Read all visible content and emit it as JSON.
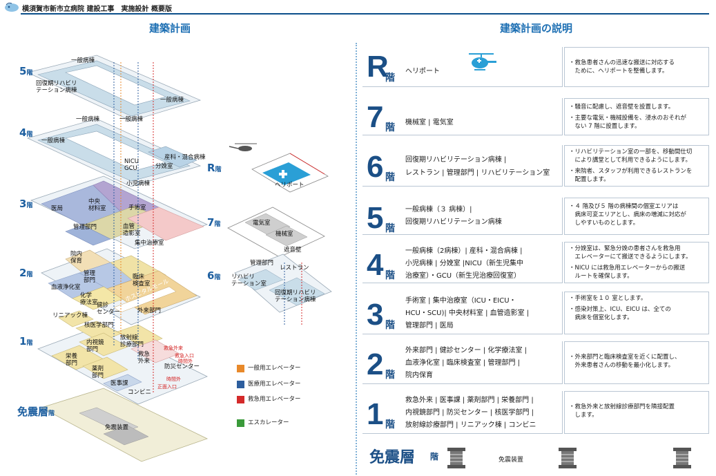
{
  "header": {
    "title": "横須賀市新市立病院 建設工事　実施設計 概要版"
  },
  "left": {
    "title": "建築計画",
    "floor_tags": {
      "f5": "5",
      "f4": "4",
      "f3": "3",
      "f2": "2",
      "f1": "1",
      "kaisuffix": "階",
      "base": "免震層",
      "r": "R",
      "f7": "7",
      "f6": "6"
    },
    "labels": {
      "f5_general": "一般病棟",
      "f5_rehab": "回復期リハビリ\nテーション病棟",
      "f5_general2": "一般病棟",
      "f4_general": "一般病棟",
      "f4_general2": "一般病棟",
      "f4_general3": "一般病棟",
      "f4_nicu": "NICU\nGCU",
      "f4_obstetric": "産科・混合病棟",
      "f4_delivery": "分娩室",
      "f4_pediatric": "小児病棟",
      "f3_central": "中央\n材料室",
      "f3_office": "医局",
      "f3_surgery": "手術室",
      "f3_admin": "管理部門",
      "f3_angio": "血管\n造影室",
      "f3_icu": "集中治療室",
      "f2_nursery": "院内\n保育",
      "f2_admin": "管理\n部門",
      "f2_lab": "臨床\n検査室",
      "f2_dialysis": "血液浄化室",
      "f2_chemo": "化学\n療法室",
      "f2_health": "健診\nセンター",
      "f2_mall": "ホスピタルモール",
      "f2_outpatient": "外来部門",
      "f2_linac": "リニアック棟",
      "f1_nuclear": "核医学部門",
      "f1_radiology": "放射線\n診療部門",
      "f1_endoscopy": "内視鏡\n部門",
      "f1_emergency": "救急\n外来",
      "f1_nutrition": "栄養\n部門",
      "f1_disaster": "防災センター",
      "f1_pharmacy": "薬剤\n部門",
      "f1_medical_affairs": "医事課",
      "f1_conbini": "コンビニ",
      "f1_em_out": "救急外来",
      "f1_em_entrance": "救急入口",
      "f1_hours_out": "時間外",
      "f1_hours_entrance": "時間外",
      "f1_main_entrance": "正面入口",
      "base_isolation": "免震装置",
      "r_heliport": "ヘリポート",
      "f7_electric": "電気室",
      "f7_machine": "機械室",
      "f7_wall": "遮音壁",
      "f6_admin": "管理部門",
      "f6_restaurant": "レストラン",
      "f6_rehab": "リハビリ\nテーション室",
      "f6_rehab_ward": "回復期リハビリ\nテーション病棟"
    },
    "legend": [
      {
        "label": "一般用エレベーター",
        "color": "#e8892a"
      },
      {
        "label": "医療用エレベーター",
        "color": "#2d5e9e"
      },
      {
        "label": "救急用エレベーター",
        "color": "#d42a2a"
      },
      {
        "label": "エスカレーター",
        "color": "#3a9a3a"
      }
    ]
  },
  "right": {
    "title": "建築計画の説明",
    "kai": "階",
    "rows": [
      {
        "floor": "R",
        "rooms": [
          "ヘリポート"
        ],
        "desc": [
          "・救急患者さんの迅速な搬送に対応する",
          "　ために、ヘリポートを整備します。"
        ]
      },
      {
        "floor": "7",
        "rooms": [
          "機械室 | 電気室"
        ],
        "desc": [
          "・騒音に配慮し、遮音壁を設置します。",
          "・主要な電気・機械設備を、浸水のおそれが",
          "　ない 7 階に設置します。"
        ]
      },
      {
        "floor": "6",
        "rooms": [
          "回復期リハビリテーション病棟 |",
          "レストラン | 管理部門 | リハビリテーション室"
        ],
        "desc": [
          "・リハビリテーション室の一部を、移動間仕切",
          "　により講堂として利用できるようにします。",
          "・来院者、スタッフが利用できるレストランを",
          "　配置します。"
        ]
      },
      {
        "floor": "5",
        "rooms": [
          "一般病棟（３ 病棟）|",
          "回復期リハビリテーション病棟"
        ],
        "desc": [
          "・４ 階及び５ 階の病棟間の個室エリアは",
          "　病床可変エリアとし、病床の増減に対応が",
          "　しやすいものとします。"
        ]
      },
      {
        "floor": "4",
        "rooms": [
          "一般病棟（2病棟）| 産科・混合病棟 |",
          "小児病棟 | 分娩室 |NICU（新生児集中",
          "治療室）・GCU（新生児治療回復室）"
        ],
        "desc": [
          "・分娩室は、緊急分娩の患者さんを救急用",
          "　エレベーターにて搬送できるようにします。",
          "・NICU には救急用エレベーターからの搬送",
          "　ルートを確保します。"
        ]
      },
      {
        "floor": "3",
        "rooms": [
          "手術室 | 集中治療室（ICU・EICU・",
          "HCU・SCU)| 中央材料室 | 血管造影室 |",
          "管理部門 | 医局"
        ],
        "desc": [
          "・手術室を１０ 室とします。",
          "・感染対策上、ICU、EICU は、全ての",
          "　病床を個室化します。"
        ]
      },
      {
        "floor": "2",
        "rooms": [
          "外来部門 | 健診センター | 化学療法室 |",
          "血液浄化室 | 臨床検査室 | 管理部門 |",
          "院内保育"
        ],
        "desc": [
          "・外来部門と臨床検査室を近くに配置し、",
          "　外来患者さんの移動を最小化します。"
        ]
      },
      {
        "floor": "1",
        "rooms": [
          "救急外来 | 医事課 | 薬剤部門 | 栄養部門 |",
          "内視鏡部門 | 防災センター | 核医学部門 |",
          "放射線診療部門 | リニアック棟 | コンビニ"
        ],
        "desc": [
          "・救急外来と放射線診療部門を隣接配置",
          "　します。"
        ]
      }
    ],
    "base": {
      "title": "免震層",
      "suffix": "階",
      "label": "免震装置"
    }
  }
}
